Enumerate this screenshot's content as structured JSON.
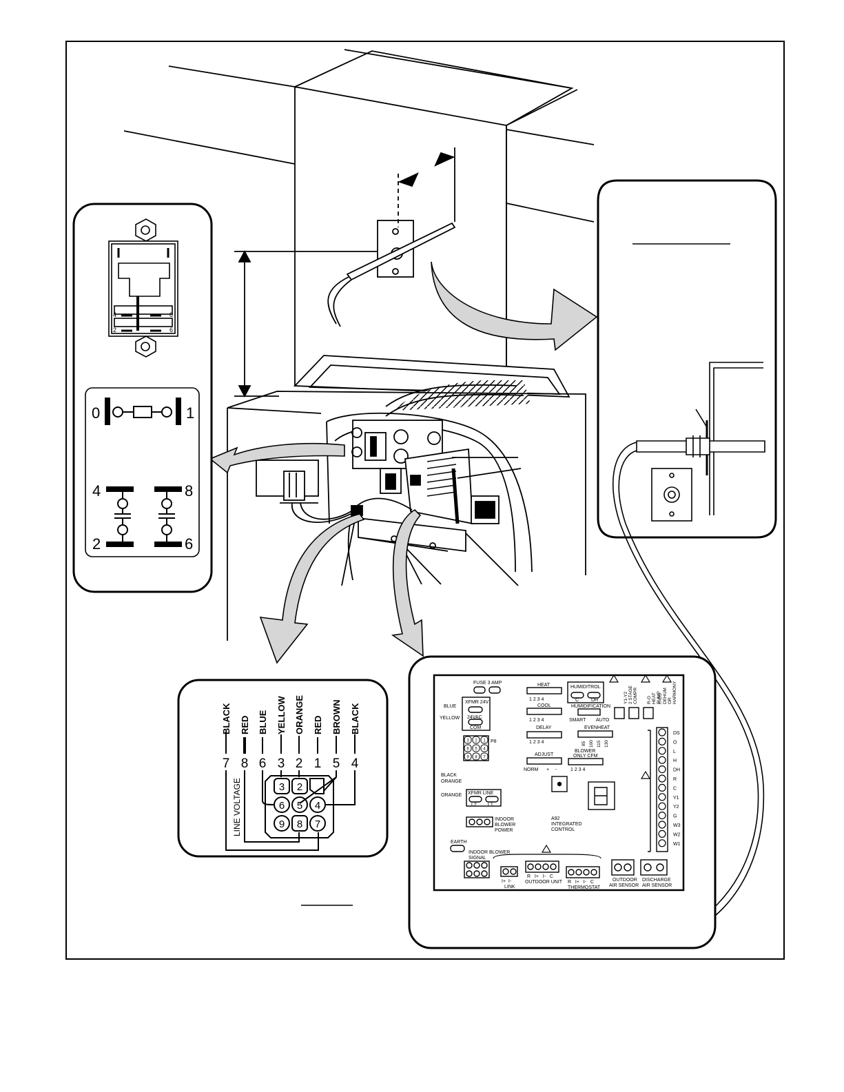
{
  "relay": {
    "symbol_labels": {
      "t0": "0",
      "t1": "1",
      "t4": "4",
      "t8": "8",
      "t2": "2",
      "t6": "6"
    },
    "face_labels": {
      "f4": "4",
      "f8": "8",
      "f2": "2",
      "f6": "6"
    }
  },
  "plug": {
    "wire_colors": [
      {
        "num": "7",
        "color": "BLACK"
      },
      {
        "num": "8",
        "color": "RED"
      },
      {
        "num": "6",
        "color": "BLUE"
      },
      {
        "num": "3",
        "color": "YELLOW"
      },
      {
        "num": "2",
        "color": "ORANGE"
      },
      {
        "num": "1",
        "color": "RED"
      },
      {
        "num": "5",
        "color": "BROWN"
      },
      {
        "num": "4",
        "color": "BLACK"
      }
    ],
    "pins": [
      "3",
      "2",
      "6",
      "5",
      "4",
      "9",
      "8",
      "7"
    ],
    "line_voltage": "LINE VOLTAGE"
  },
  "board": {
    "fuse": "FUSE 3 AMP",
    "xfmr_24v": "XFMR 24V",
    "v24vac": "24VAC",
    "com": "COM",
    "blue": "BLUE",
    "yellow": "YELLOW",
    "p8": "P8",
    "p8_pins": [
      "3",
      "2",
      "1",
      "6",
      "5",
      "4",
      "9",
      "8",
      "7"
    ],
    "black": "BLACK",
    "orange1": "ORANGE",
    "orange2": "ORANGE",
    "xfmr_line": "XFMR LINE",
    "l2": "L2",
    "l1": "L1",
    "indoor_blower_power": [
      "INDOOR",
      "BLOWER",
      "POWER"
    ],
    "earth": "EARTH",
    "indoor_blower_signal": [
      "INDOOR BLOWER",
      "SIGNAL"
    ],
    "link_pins": "I+  I-",
    "link": "LINK",
    "outdoor_unit_pins": "R   I+   I-   C",
    "outdoor_unit": "OUTDOOR UNIT",
    "thermostat_pins": "R   I+   I-   C",
    "thermostat": "THERMOSTAT",
    "outdoor_air_sensor": [
      "OUTDOOR",
      "AIR SENSOR"
    ],
    "discharge_air_sensor": [
      "DISCHARGE",
      "AIR SENSOR"
    ],
    "heat": "HEAT",
    "cool": "COOL",
    "delay": "DELAY",
    "adjust": "ADJUST",
    "dip_1234": "1 2 3 4",
    "norm": "NORM",
    "plus": "+",
    "minus": "-",
    "humiditrol": "HUMIDITROL",
    "c": "C",
    "dh": "DH",
    "humidification": "HUMIDIFICATION",
    "smart": "SMART",
    "auto": "AUTO",
    "evenheat": "EVENHEAT",
    "evenheat_vals": [
      "85",
      "100",
      "115",
      "130"
    ],
    "blower_only_cfm": [
      "BLOWER",
      "ONLY CFM"
    ],
    "a92": [
      "A92",
      "INTEGRATED",
      "CONTROL"
    ],
    "header1": [
      "Y1-Y2",
      "2 STAGE",
      "COMPR"
    ],
    "header2": [
      "R-O",
      "HEAT",
      "PUMP"
    ],
    "header3": [
      "R-DS",
      "DEHUM",
      "OR",
      "HARMONY"
    ],
    "terminals": [
      "DS",
      "O",
      "L",
      "H",
      "DH",
      "R",
      "C",
      "Y1",
      "Y2",
      "G",
      "W3",
      "W2",
      "W1"
    ]
  }
}
